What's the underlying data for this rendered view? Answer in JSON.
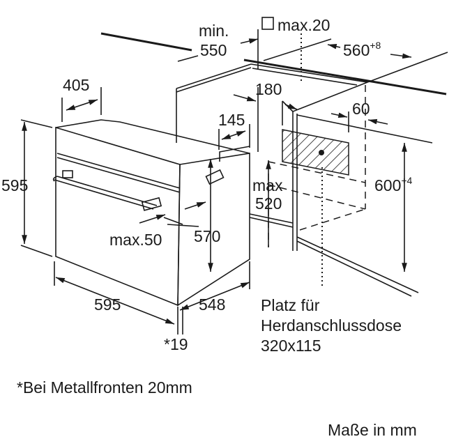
{
  "dimensions": {
    "min_label": "min.",
    "min_depth": "550",
    "max_20": "max.20",
    "width_niche": "560",
    "width_niche_tol": "+8",
    "depth_405": "405",
    "dim_180": "180",
    "dim_145": "145",
    "dim_60": "60",
    "height_595": "595",
    "max_label": "max",
    "max_520": "520",
    "height_niche": "600",
    "height_niche_tol": "+4",
    "max_50": "max.50",
    "height_570": "570",
    "width_595": "595",
    "depth_548": "548",
    "star_19": "*19"
  },
  "socket_note": {
    "line1": "Platz für",
    "line2": "Herdanschlussdose",
    "line3": "320x115"
  },
  "footnote": "*Bei Metallfronten 20mm",
  "units": "Maße in mm"
}
